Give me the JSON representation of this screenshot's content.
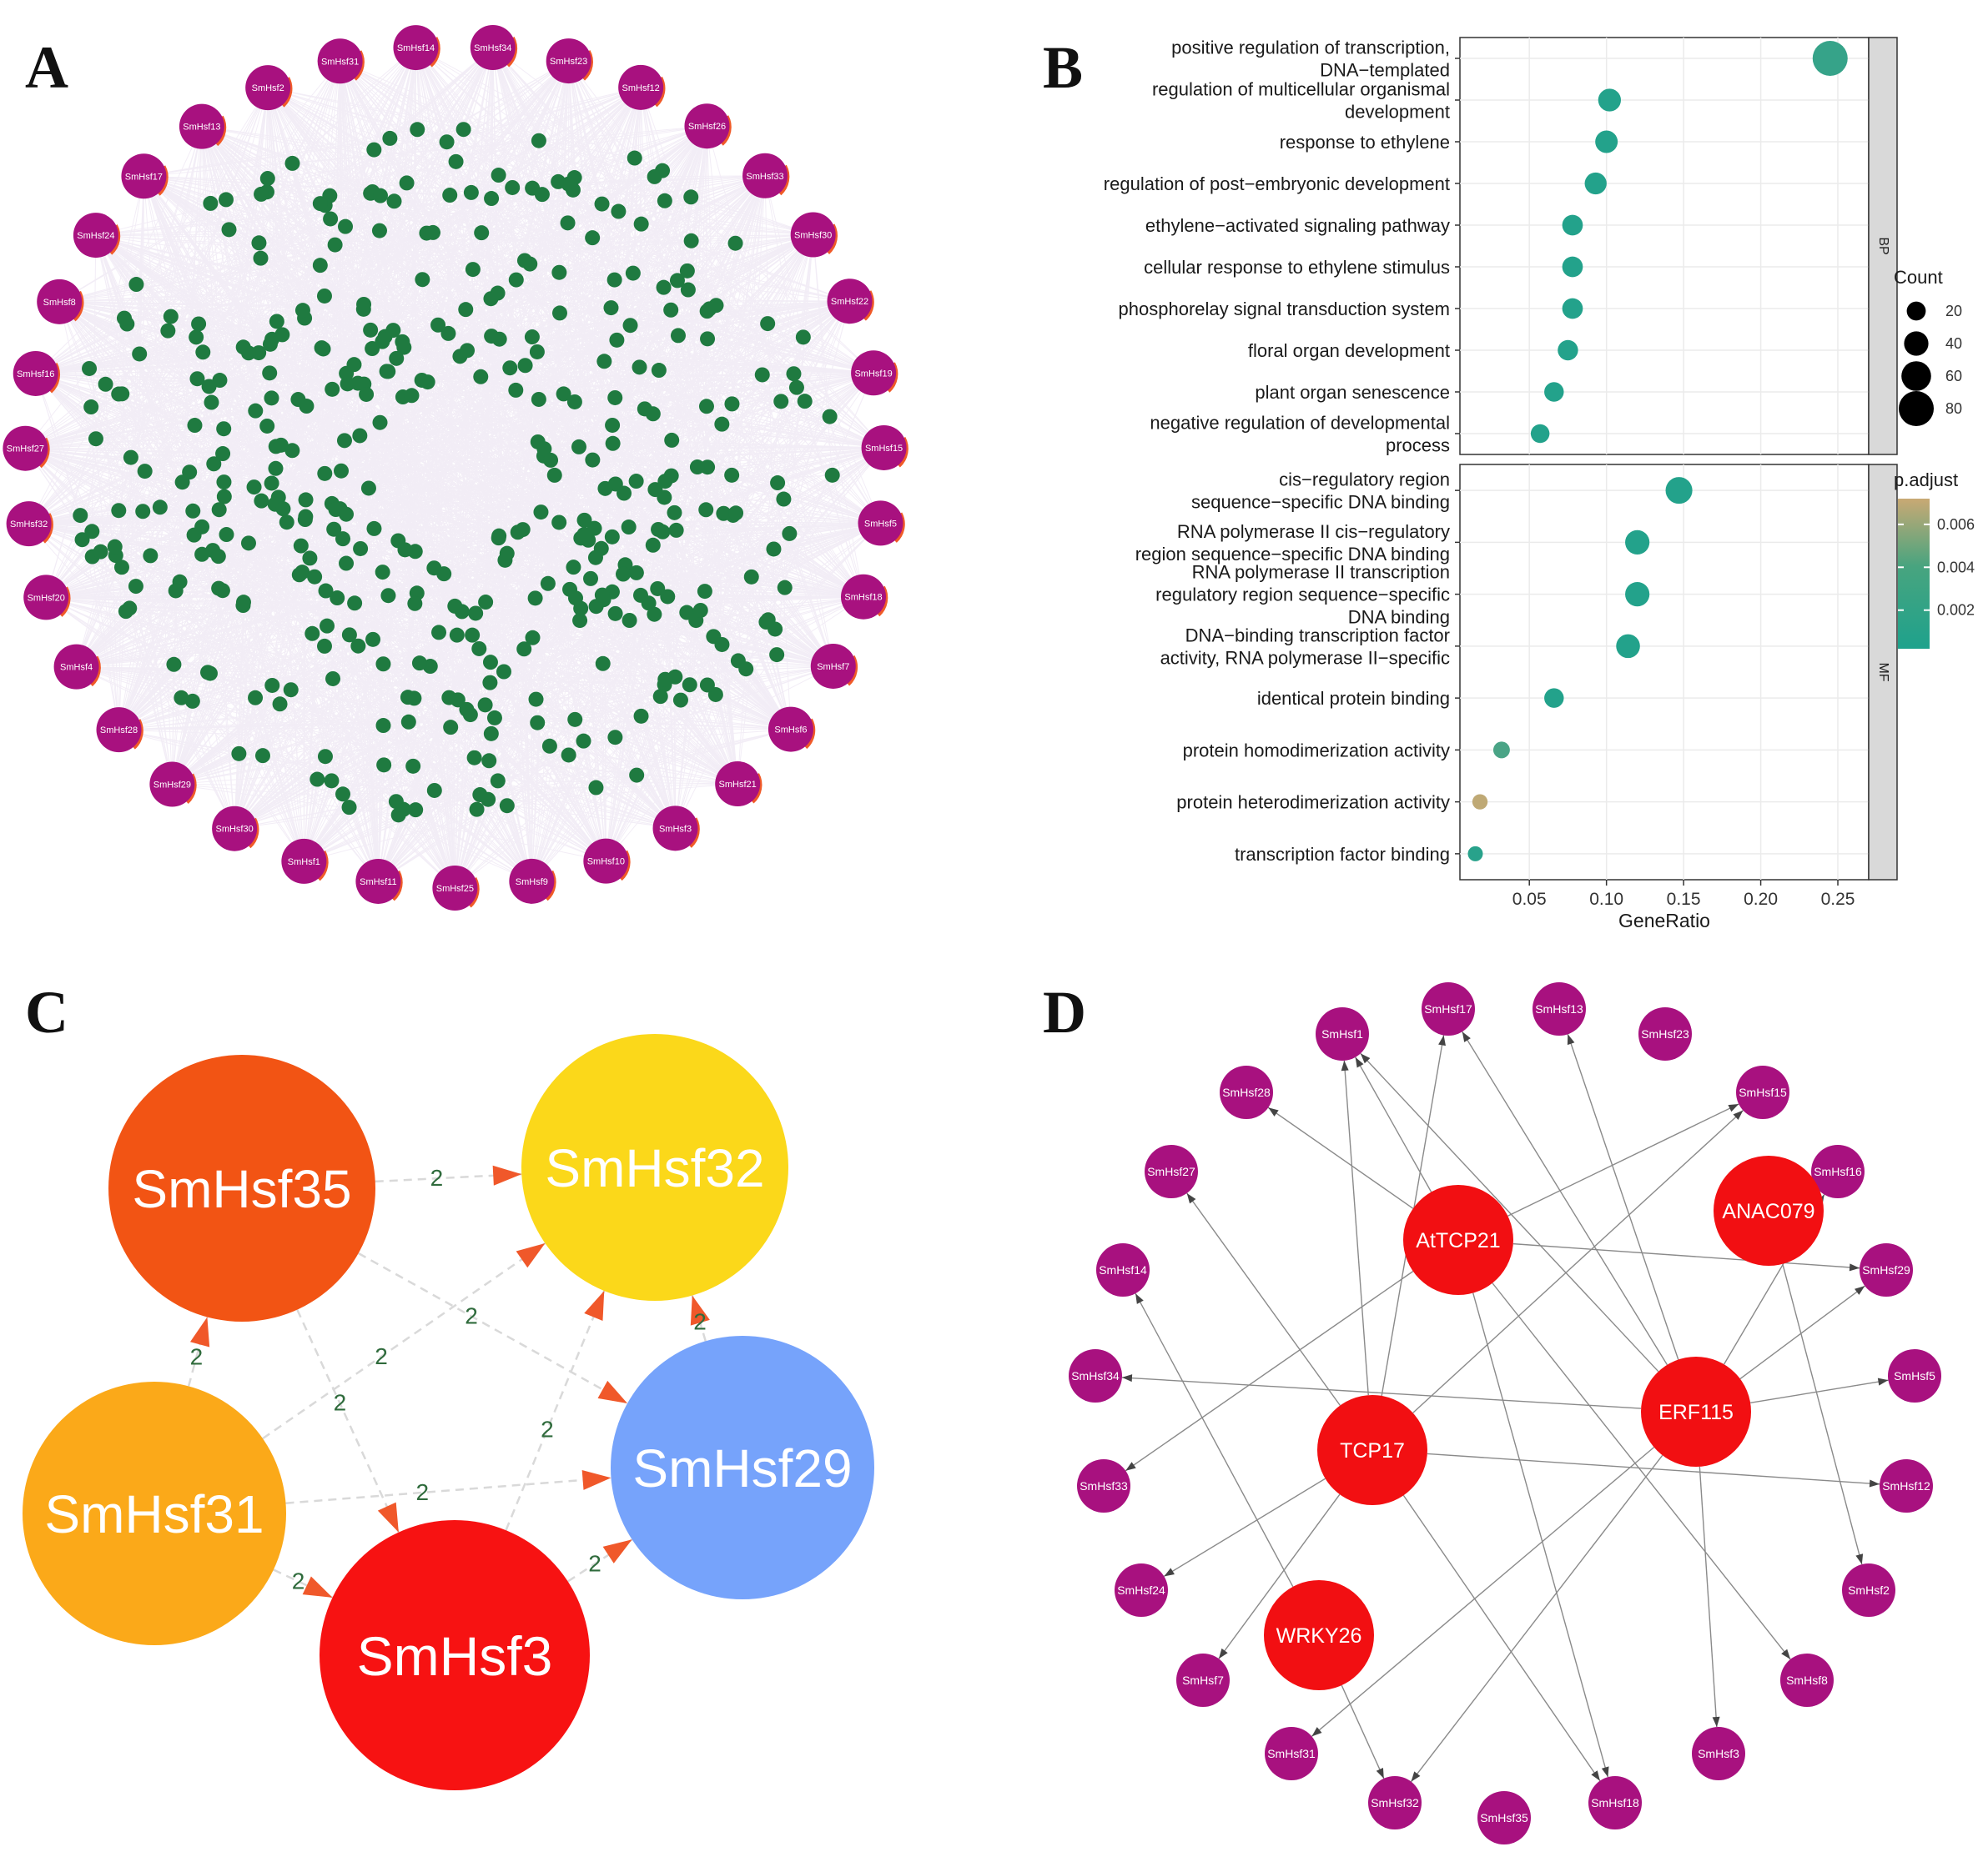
{
  "panels": {
    "A": {
      "letter": "A"
    },
    "B": {
      "letter": "B"
    },
    "C": {
      "letter": "C"
    },
    "D": {
      "letter": "D"
    }
  },
  "colors": {
    "hsf_node": "#a8117f",
    "target_node": "#1f7a40",
    "edge_a": "#e4d8ec",
    "tf_node": "#f20f12",
    "plot_bg_grid": "#ebebeb",
    "strip_bg": "#d9d9d9",
    "dot_high": "#1ea28c",
    "dot_mid": "#48a47f",
    "dot_low": "#c9a974"
  },
  "panelA": {
    "hsf_labels": [
      "SmHsf31",
      "SmHsf14",
      "SmHsf34",
      "SmHsf23",
      "SmHsf12",
      "SmHsf26",
      "SmHsf33",
      "SmHsf30",
      "SmHsf22",
      "SmHsf19",
      "SmHsf15",
      "SmHsf5",
      "SmHsf18",
      "SmHsf7",
      "SmHsf6",
      "SmHsf21",
      "SmHsf3",
      "SmHsf10",
      "SmHsf9",
      "SmHsf25",
      "SmHsf11",
      "SmHsf1",
      "SmHsf30",
      "SmHsf29",
      "SmHsf28",
      "SmHsf4",
      "SmHsf20",
      "SmHsf32",
      "SmHsf27",
      "SmHsf16",
      "SmHsf8",
      "SmHsf24",
      "SmHsf17",
      "SmHsf13",
      "SmHsf2"
    ]
  },
  "chart_data": {
    "type": "scatter",
    "xlabel": "GeneRatio",
    "x_ticks": [
      "0.05",
      "0.10",
      "0.15",
      "0.20",
      "0.25"
    ],
    "xlim": [
      0.005,
      0.27
    ],
    "facets": [
      {
        "name": "BP",
        "terms": [
          {
            "label": [
              "positive regulation of transcription,",
              "DNA−templated"
            ],
            "x": 0.245,
            "count": 80,
            "padj": 0.0012
          },
          {
            "label": [
              "regulation of multicellular organismal",
              "development"
            ],
            "x": 0.102,
            "count": 34,
            "padj": 0.0004
          },
          {
            "label": [
              "response to ethylene"
            ],
            "x": 0.1,
            "count": 33,
            "padj": 0.0004
          },
          {
            "label": [
              "regulation of post−embryonic development"
            ],
            "x": 0.093,
            "count": 31,
            "padj": 0.0004
          },
          {
            "label": [
              "ethylene−activated signaling pathway"
            ],
            "x": 0.078,
            "count": 26,
            "padj": 0.0004
          },
          {
            "label": [
              "cellular response to ethylene stimulus"
            ],
            "x": 0.078,
            "count": 26,
            "padj": 0.0004
          },
          {
            "label": [
              "phosphorelay signal transduction system"
            ],
            "x": 0.078,
            "count": 26,
            "padj": 0.0004
          },
          {
            "label": [
              "floral organ development"
            ],
            "x": 0.075,
            "count": 25,
            "padj": 0.0004
          },
          {
            "label": [
              "plant organ senescence"
            ],
            "x": 0.066,
            "count": 22,
            "padj": 0.0004
          },
          {
            "label": [
              "negative regulation of developmental",
              "process"
            ],
            "x": 0.057,
            "count": 19,
            "padj": 0.0004
          }
        ]
      },
      {
        "name": "MF",
        "terms": [
          {
            "label": [
              "cis−regulatory region",
              "sequence−specific DNA binding"
            ],
            "x": 0.147,
            "count": 49,
            "padj": 0.0004
          },
          {
            "label": [
              "RNA polymerase II cis−regulatory",
              "region sequence−specific DNA binding"
            ],
            "x": 0.12,
            "count": 40,
            "padj": 0.0004
          },
          {
            "label": [
              "RNA polymerase II transcription",
              "regulatory region sequence−specific",
              "DNA binding"
            ],
            "x": 0.12,
            "count": 40,
            "padj": 0.0004
          },
          {
            "label": [
              "DNA−binding transcription factor",
              "activity, RNA polymerase II−specific"
            ],
            "x": 0.114,
            "count": 38,
            "padj": 0.0004
          },
          {
            "label": [
              "identical protein binding"
            ],
            "x": 0.066,
            "count": 22,
            "padj": 0.0004
          },
          {
            "label": [
              "protein homodimerization activity"
            ],
            "x": 0.032,
            "count": 11,
            "padj": 0.002
          },
          {
            "label": [
              "protein heterodimerization activity"
            ],
            "x": 0.018,
            "count": 6,
            "padj": 0.0068
          },
          {
            "label": [
              "transcription factor binding"
            ],
            "x": 0.015,
            "count": 5,
            "padj": 0.0006
          }
        ]
      }
    ],
    "legend_count": {
      "title": "Count",
      "values": [
        20,
        40,
        60,
        80
      ],
      "labels": [
        "20",
        "40",
        "60",
        "80"
      ]
    },
    "legend_padj": {
      "title": "p.adjust",
      "labels": [
        "0.006",
        "0.004",
        "0.002"
      ],
      "values": [
        0.006,
        0.004,
        0.002
      ],
      "range": [
        0.0002,
        0.0072
      ]
    }
  },
  "panelC": {
    "nodes": [
      {
        "id": "SmHsf35",
        "label": "SmHsf35",
        "color": "#f25414"
      },
      {
        "id": "SmHsf32",
        "label": "SmHsf32",
        "color": "#fbd81a"
      },
      {
        "id": "SmHsf29",
        "label": "SmHsf29",
        "color": "#76a3fb"
      },
      {
        "id": "SmHsf31",
        "label": "SmHsf31",
        "color": "#fba919"
      },
      {
        "id": "SmHsf3",
        "label": "SmHsf3",
        "color": "#f71212"
      }
    ],
    "edges": [
      {
        "from": "SmHsf35",
        "to": "SmHsf32",
        "label": "2"
      },
      {
        "from": "SmHsf35",
        "to": "SmHsf29",
        "label": "2"
      },
      {
        "from": "SmHsf35",
        "to": "SmHsf3",
        "label": "2"
      },
      {
        "from": "SmHsf31",
        "to": "SmHsf35",
        "label": "2"
      },
      {
        "from": "SmHsf31",
        "to": "SmHsf32",
        "label": "2"
      },
      {
        "from": "SmHsf31",
        "to": "SmHsf29",
        "label": "2"
      },
      {
        "from": "SmHsf31",
        "to": "SmHsf3",
        "label": "2"
      },
      {
        "from": "SmHsf3",
        "to": "SmHsf32",
        "label": "2"
      },
      {
        "from": "SmHsf3",
        "to": "SmHsf29",
        "label": "2"
      },
      {
        "from": "SmHsf29",
        "to": "SmHsf32",
        "label": "2"
      }
    ],
    "edge_color": "#d9d9d9",
    "arrow_color": "#f0582a",
    "label_color": "#2f6b3c"
  },
  "panelD": {
    "tfs": [
      "AtTCP21",
      "ANAC079",
      "ERF115",
      "TCP17",
      "WRKY26"
    ],
    "hsfs": [
      "SmHsf1",
      "SmHsf17",
      "SmHsf13",
      "SmHsf23",
      "SmHsf15",
      "SmHsf16",
      "SmHsf29",
      "SmHsf5",
      "SmHsf12",
      "SmHsf2",
      "SmHsf8",
      "SmHsf3",
      "SmHsf18",
      "SmHsf35",
      "SmHsf32",
      "SmHsf31",
      "SmHsf7",
      "SmHsf24",
      "SmHsf33",
      "SmHsf34",
      "SmHsf14",
      "SmHsf27",
      "SmHsf28"
    ],
    "edges": [
      [
        "AtTCP21",
        "SmHsf1"
      ],
      [
        "AtTCP21",
        "SmHsf28"
      ],
      [
        "AtTCP21",
        "SmHsf15"
      ],
      [
        "AtTCP21",
        "SmHsf29"
      ],
      [
        "AtTCP21",
        "SmHsf33"
      ],
      [
        "AtTCP21",
        "SmHsf18"
      ],
      [
        "AtTCP21",
        "SmHsf8"
      ],
      [
        "TCP17",
        "SmHsf1"
      ],
      [
        "TCP17",
        "SmHsf17"
      ],
      [
        "TCP17",
        "SmHsf27"
      ],
      [
        "TCP17",
        "SmHsf24"
      ],
      [
        "TCP17",
        "SmHsf12"
      ],
      [
        "TCP17",
        "SmHsf18"
      ],
      [
        "TCP17",
        "SmHsf7"
      ],
      [
        "TCP17",
        "SmHsf15"
      ],
      [
        "ERF115",
        "SmHsf13"
      ],
      [
        "ERF115",
        "SmHsf17"
      ],
      [
        "ERF115",
        "SmHsf34"
      ],
      [
        "ERF115",
        "SmHsf29"
      ],
      [
        "ERF115",
        "SmHsf5"
      ],
      [
        "ERF115",
        "SmHsf31"
      ],
      [
        "ERF115",
        "SmHsf32"
      ],
      [
        "ERF115",
        "SmHsf3"
      ],
      [
        "ERF115",
        "SmHsf16"
      ],
      [
        "ERF115",
        "SmHsf1"
      ],
      [
        "ANAC079",
        "SmHsf2"
      ],
      [
        "WRKY26",
        "SmHsf14"
      ],
      [
        "WRKY26",
        "SmHsf32"
      ]
    ]
  }
}
